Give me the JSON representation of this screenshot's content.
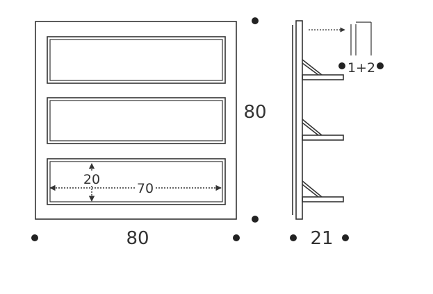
{
  "dimensions": {
    "front_width": "80",
    "front_height": "80",
    "side_depth": "21",
    "shelf_height": "20",
    "shelf_width": "70",
    "shelf_spacing": "1+2"
  },
  "colors": {
    "line": "#333333",
    "dot": "#222222",
    "background": "#ffffff"
  }
}
